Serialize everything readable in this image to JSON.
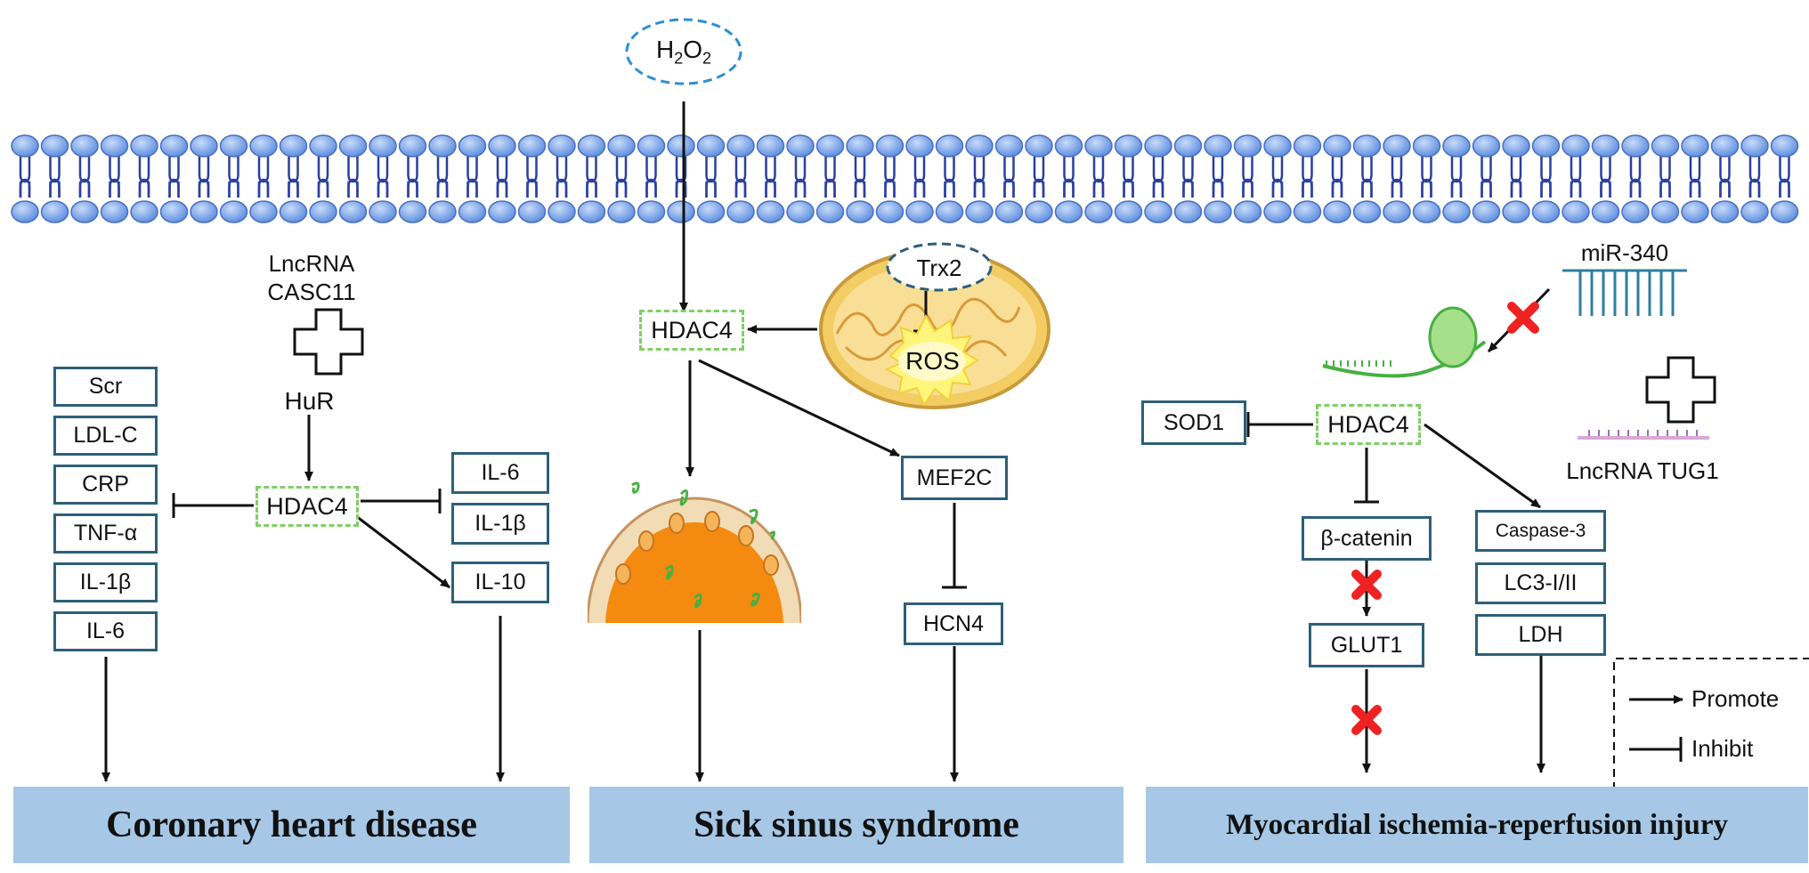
{
  "top": {
    "h2o2": "H2O2",
    "h2o2_base": "H",
    "h2o2_sub1": "2",
    "h2o2_mid": "O",
    "h2o2_sub2": "2"
  },
  "coronary": {
    "lncrna_line1": "LncRNA",
    "lncrna_line2": "CASC11",
    "hur": "HuR",
    "hdac4": "HDAC4",
    "left_markers": [
      "Scr",
      "LDL-C",
      "CRP",
      "TNF-α",
      "IL-1β",
      "IL-6"
    ],
    "right_markers": [
      "IL-6",
      "IL-1β",
      "IL-10"
    ],
    "banner": "Coronary heart disease"
  },
  "sinus": {
    "hdac4": "HDAC4",
    "trx2": "Trx2",
    "ros": "ROS",
    "mef2c": "MEF2C",
    "hcn4": "HCN4",
    "banner": "Sick sinus syndrome"
  },
  "ischemia": {
    "mir340": "miR-340",
    "lncrna_tug1": "LncRNA TUG1",
    "sod1": "SOD1",
    "hdac4": "HDAC4",
    "beta_catenin": "β-catenin",
    "glut1": "GLUT1",
    "right_markers": [
      "Caspase-3",
      "LC3-I/II",
      "LDH"
    ],
    "banner": "Myocardial ischemia-reperfusion injury"
  },
  "legend": {
    "promote": "Promote",
    "inhibit": "Inhibit"
  },
  "colors": {
    "membrane_head": "#6fa0e8",
    "membrane_tail": "#2a3fa0",
    "box_border": "#2e5f78",
    "dash_green": "#7fcf66",
    "banner_bg": "#a6c8e6",
    "block_red": "#ee2222",
    "mito_fill": "#f5d37a",
    "nucleus_orange": "#f58a10"
  }
}
